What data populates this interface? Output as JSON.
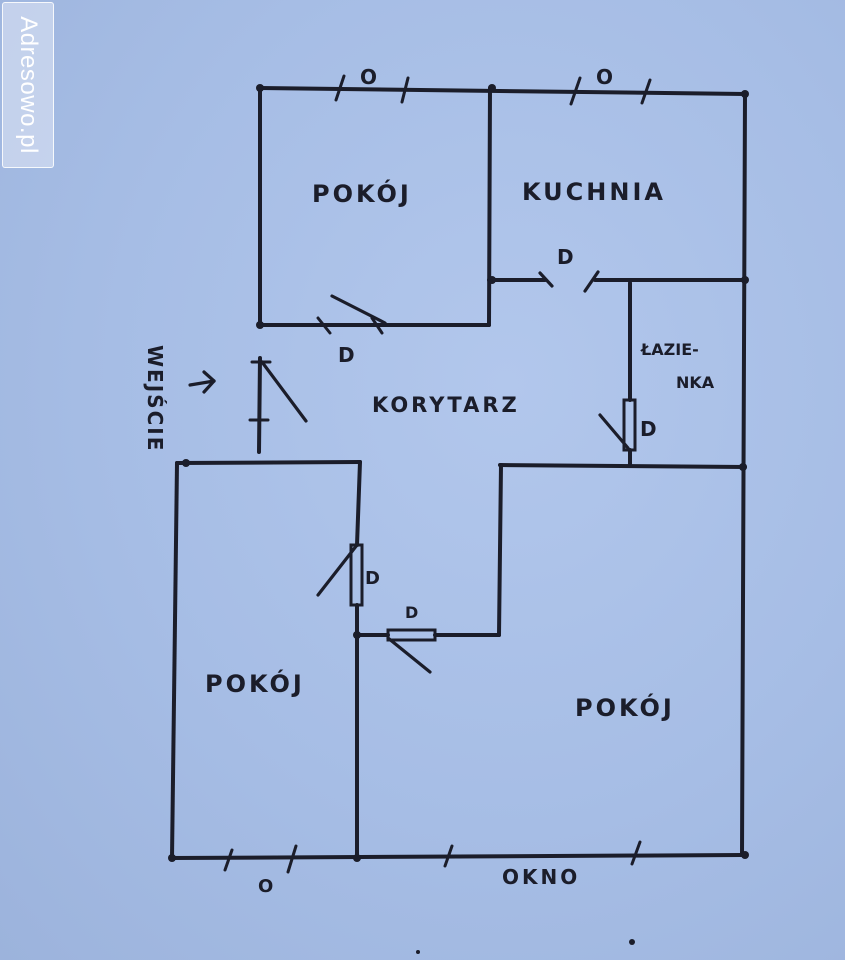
{
  "watermark": {
    "text": "Adresowo.pl"
  },
  "rooms": {
    "room_top_left": "POKÓJ",
    "kitchen": "KUCHNIA",
    "corridor": "KORYTARZ",
    "bathroom_line1": "ŁAZIE-",
    "bathroom_line2": "NKA",
    "room_bottom_left": "POKÓJ",
    "room_bottom_right": "POKÓJ"
  },
  "entrance": {
    "label": "WEJŚCIE",
    "arrow": "arrow-right-icon"
  },
  "marks": {
    "window": "O",
    "door": "D",
    "window_label": "OKNO"
  }
}
